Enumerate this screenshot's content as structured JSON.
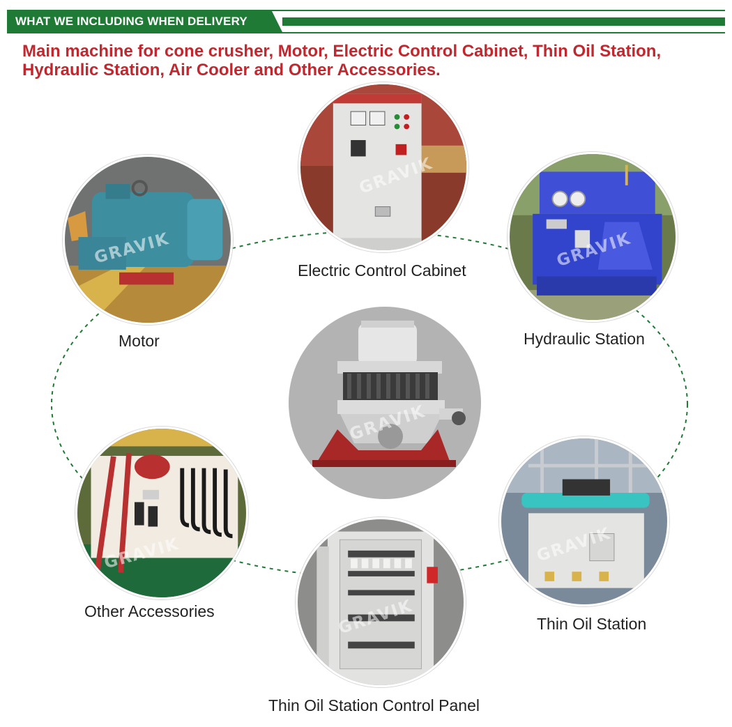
{
  "header": {
    "title": "WHAT WE INCLUDING WHEN DELIVERY",
    "accent_color": "#1f7a35"
  },
  "headline": {
    "line1": "Main machine for cone crusher, Motor, Electric Control Cabinet, Thin Oil Station,",
    "line2": "Hydraulic Station, Air Cooler and Other Accessories.",
    "color": "#c0282f"
  },
  "watermark": "GRAVIK",
  "items": [
    {
      "label": "Electric Control Cabinet",
      "icon": "electric-cabinet-photo"
    },
    {
      "label": "Motor",
      "icon": "motor-photo"
    },
    {
      "label": "Hydraulic Station",
      "icon": "hydraulic-station-photo"
    },
    {
      "label": "Other Accessories",
      "icon": "accessories-photo"
    },
    {
      "label": "Thin Oil Station",
      "icon": "thin-oil-station-photo"
    },
    {
      "label": "Thin Oil Station Control Panel",
      "icon": "control-panel-photo"
    },
    {
      "label": "",
      "icon": "cone-crusher-photo"
    }
  ]
}
